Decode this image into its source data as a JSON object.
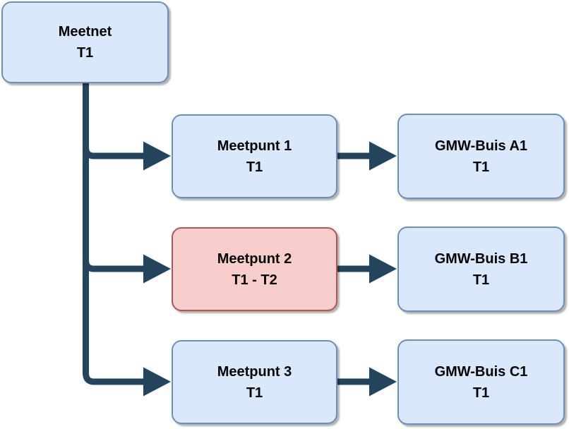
{
  "diagram": {
    "type": "flowchart-tree",
    "colors": {
      "background": "#ffffff",
      "node_fill_blue": "#dae8fc",
      "node_stroke_blue": "#6c8ebf",
      "node_fill_red": "#f8cecc",
      "node_stroke_red": "#b85450",
      "connector": "#23445d",
      "text": "#000000"
    },
    "nodes": [
      {
        "id": "meetnet",
        "title": "Meetnet",
        "subtitle": "T1",
        "variant": "blue"
      },
      {
        "id": "meetpunt-1",
        "title": "Meetpunt 1",
        "subtitle": "T1",
        "variant": "blue"
      },
      {
        "id": "meetpunt-2",
        "title": "Meetpunt 2",
        "subtitle": "T1 - T2",
        "variant": "red"
      },
      {
        "id": "meetpunt-3",
        "title": "Meetpunt 3",
        "subtitle": "T1",
        "variant": "blue"
      },
      {
        "id": "gmw-buis-a1",
        "title": "GMW-Buis A1",
        "subtitle": "T1",
        "variant": "blue"
      },
      {
        "id": "gmw-buis-b1",
        "title": "GMW-Buis B1",
        "subtitle": "T1",
        "variant": "blue"
      },
      {
        "id": "gmw-buis-c1",
        "title": "GMW-Buis C1",
        "subtitle": "T1",
        "variant": "blue"
      }
    ],
    "edges": [
      {
        "from": "meetnet",
        "to": "meetpunt-1"
      },
      {
        "from": "meetnet",
        "to": "meetpunt-2"
      },
      {
        "from": "meetnet",
        "to": "meetpunt-3"
      },
      {
        "from": "meetpunt-1",
        "to": "gmw-buis-a1"
      },
      {
        "from": "meetpunt-2",
        "to": "gmw-buis-b1"
      },
      {
        "from": "meetpunt-3",
        "to": "gmw-buis-c1"
      }
    ]
  }
}
